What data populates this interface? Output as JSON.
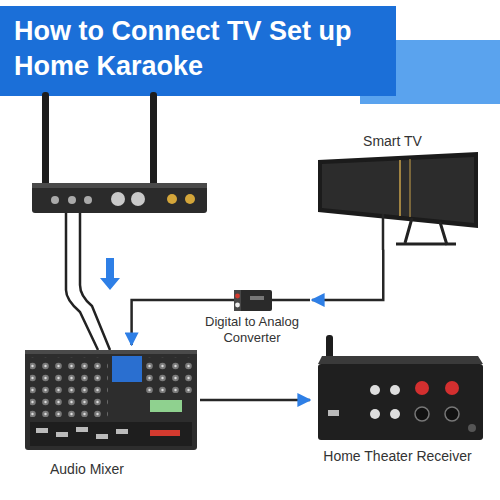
{
  "diagram": {
    "title": "How to Connect TV Set up Home Karaoke",
    "nodes": [
      {
        "text": [
          "Smart TV"
        ]
      },
      {
        "text": [
          "Digital to Analog Converter"
        ]
      },
      {
        "text": [
          "Audio Mixer"
        ]
      },
      {
        "text": [
          "Home Theater Receiver"
        ]
      }
    ],
    "edges": [
      {
        "from": 0,
        "to": 1,
        "arrow": "to"
      },
      {
        "from": 1,
        "to": 2,
        "arrow": "to"
      },
      {
        "from": 2,
        "to": 3,
        "arrow": "to"
      }
    ]
  }
}
